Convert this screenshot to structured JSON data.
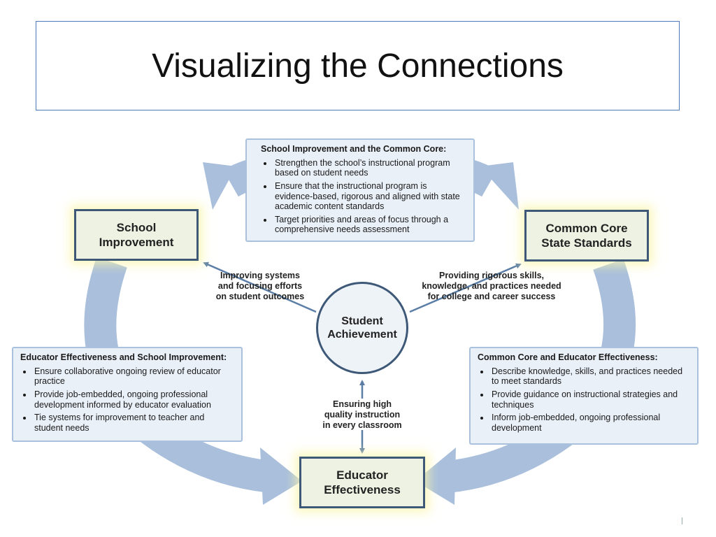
{
  "slide": {
    "title": "Visualizing the Connections"
  },
  "diagram": {
    "nodes": {
      "school_improvement": "School\nImprovement",
      "common_core": "Common Core\nState Standards",
      "educator_effectiveness": "Educator\nEffectiveness",
      "student_achievement": "Student\nAchievement"
    },
    "connector_labels": {
      "left": "Improving systems\nand focusing efforts\non student outcomes",
      "right": "Providing rigorous skills,\nknowledge, and practices needed\nfor college and career success",
      "bottom": "Ensuring high\nquality instruction\nin every classroom"
    },
    "panels": {
      "top": {
        "heading": "School Improvement and the Common Core:",
        "items": [
          "Strengthen the school’s instructional program based on student needs",
          "Ensure that the instructional program is evidence-based, rigorous and aligned with state academic content standards",
          "Target priorities and areas of focus through a comprehensive needs assessment"
        ]
      },
      "left": {
        "heading": "Educator Effectiveness and School Improvement:",
        "items": [
          "Ensure collaborative ongoing review of educator practice",
          "Provide job-embedded, ongoing professional development informed by educator evaluation",
          "Tie systems for improvement to teacher and student needs"
        ]
      },
      "right": {
        "heading": "Common Core and Educator Effectiveness:",
        "items": [
          "Describe knowledge, skills, and practices needed to meet standards",
          "Provide guidance on instructional strategies and techniques",
          "Inform job-embedded, ongoing professional development"
        ]
      }
    },
    "colors": {
      "cycle_arrow": "#a9bfdc",
      "node_border": "#3e5878",
      "node_fill": "#eef2e3",
      "node_glow": "#faf5aa",
      "panel_fill": "#eaf0f8",
      "connector": "#5b7ea6"
    }
  }
}
